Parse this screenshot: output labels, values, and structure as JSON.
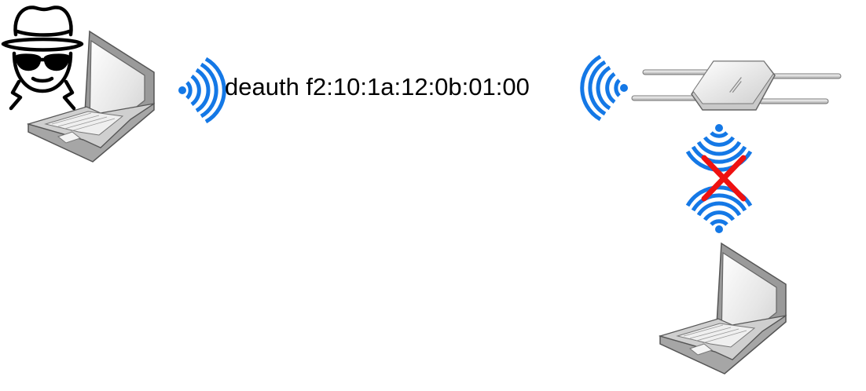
{
  "diagram": {
    "attack_label": "deauth f2:10:1a:12:0b:01:00",
    "nodes": [
      {
        "id": "attacker",
        "icon": "hacker-icon"
      },
      {
        "id": "attacker-laptop",
        "icon": "laptop-icon"
      },
      {
        "id": "access-point",
        "icon": "wireless-access-point-icon"
      },
      {
        "id": "victim-laptop",
        "icon": "laptop-icon"
      }
    ],
    "signals": [
      {
        "id": "attacker-signal",
        "icon": "wifi-signal-icon",
        "direction": "right"
      },
      {
        "id": "ap-signal",
        "icon": "wifi-signal-icon",
        "direction": "left"
      },
      {
        "id": "ap-down-signal",
        "icon": "wifi-signal-icon",
        "direction": "down"
      },
      {
        "id": "client-up-signal",
        "icon": "wifi-signal-icon",
        "direction": "up"
      }
    ],
    "disconnect_mark": {
      "icon": "red-x-icon"
    },
    "colors": {
      "signal": "#1478e6",
      "cross": "#ee1111",
      "laptop_body": "#b7b7b7",
      "laptop_screen": "#e9e9e9",
      "outline": "#555555"
    }
  }
}
